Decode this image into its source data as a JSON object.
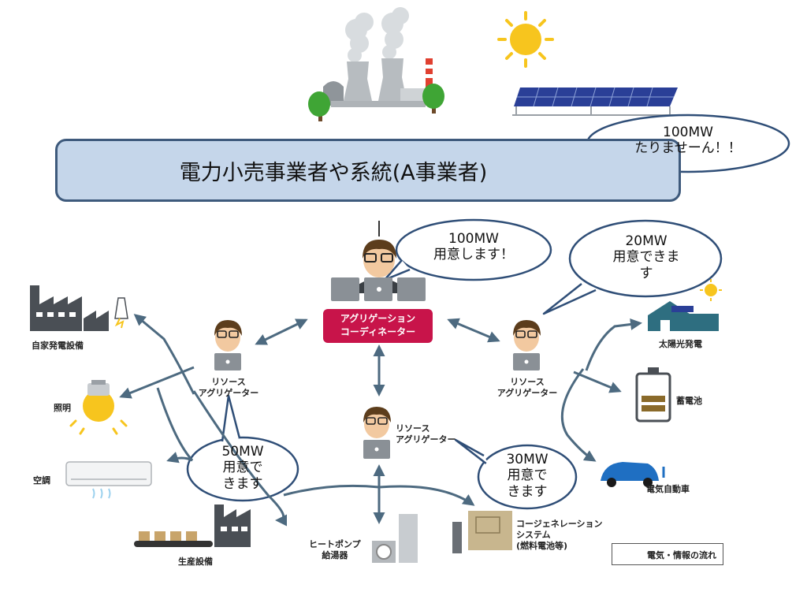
{
  "banner": {
    "title": "電力小売事業者や系統(A事業者)"
  },
  "coordinator": {
    "line1": "アグリゲーション",
    "line2": "コーディネーター"
  },
  "bubbles": {
    "top_right": {
      "line1": "100MW",
      "line2": "たりませーん！！"
    },
    "coordinator": {
      "line1": "100MW",
      "line2": "用意します！"
    },
    "right": {
      "line1": "20MW",
      "line2": "用意できま",
      "line3": "す"
    },
    "left": {
      "line1": "50MW",
      "line2": "用意で",
      "line3": "きます"
    },
    "bottom": {
      "line1": "30MW",
      "line2": "用意で",
      "line3": "きます"
    }
  },
  "aggregators": {
    "left": {
      "line1": "リソース",
      "line2": "アグリゲーター"
    },
    "right": {
      "line1": "リソース",
      "line2": "アグリゲーター"
    },
    "center": {
      "line1": "リソース",
      "line2": "アグリゲーター"
    }
  },
  "resources": {
    "private_generation": "自家発電設備",
    "lighting": "照明",
    "air_conditioner": "空調",
    "production_equipment": "生産設備",
    "heat_pump_line1": "ヒートポンプ",
    "heat_pump_line2": "給湯器",
    "cogeneration_line1": "コージェネレーション",
    "cogeneration_line2": "システム",
    "cogeneration_line3": "(燃料電池等)",
    "solar": "太陽光発電",
    "battery": "蓄電池",
    "ev": "電気自動車"
  },
  "legend": {
    "label": "電気・情報の流れ"
  },
  "colors": {
    "arrow": "#4d6a80",
    "banner_fill": "#c5d6ea",
    "banner_border": "#3e5a7c",
    "coordinator_fill": "#c8144a",
    "bubble_border": "#2f4e77",
    "icon_gray": "#4a4f55",
    "solar_panel": "#2a3f97",
    "sun": "#f7c51e",
    "tree": "#3fa535",
    "ev": "#1f6fc2",
    "roof": "#2e6e80"
  }
}
